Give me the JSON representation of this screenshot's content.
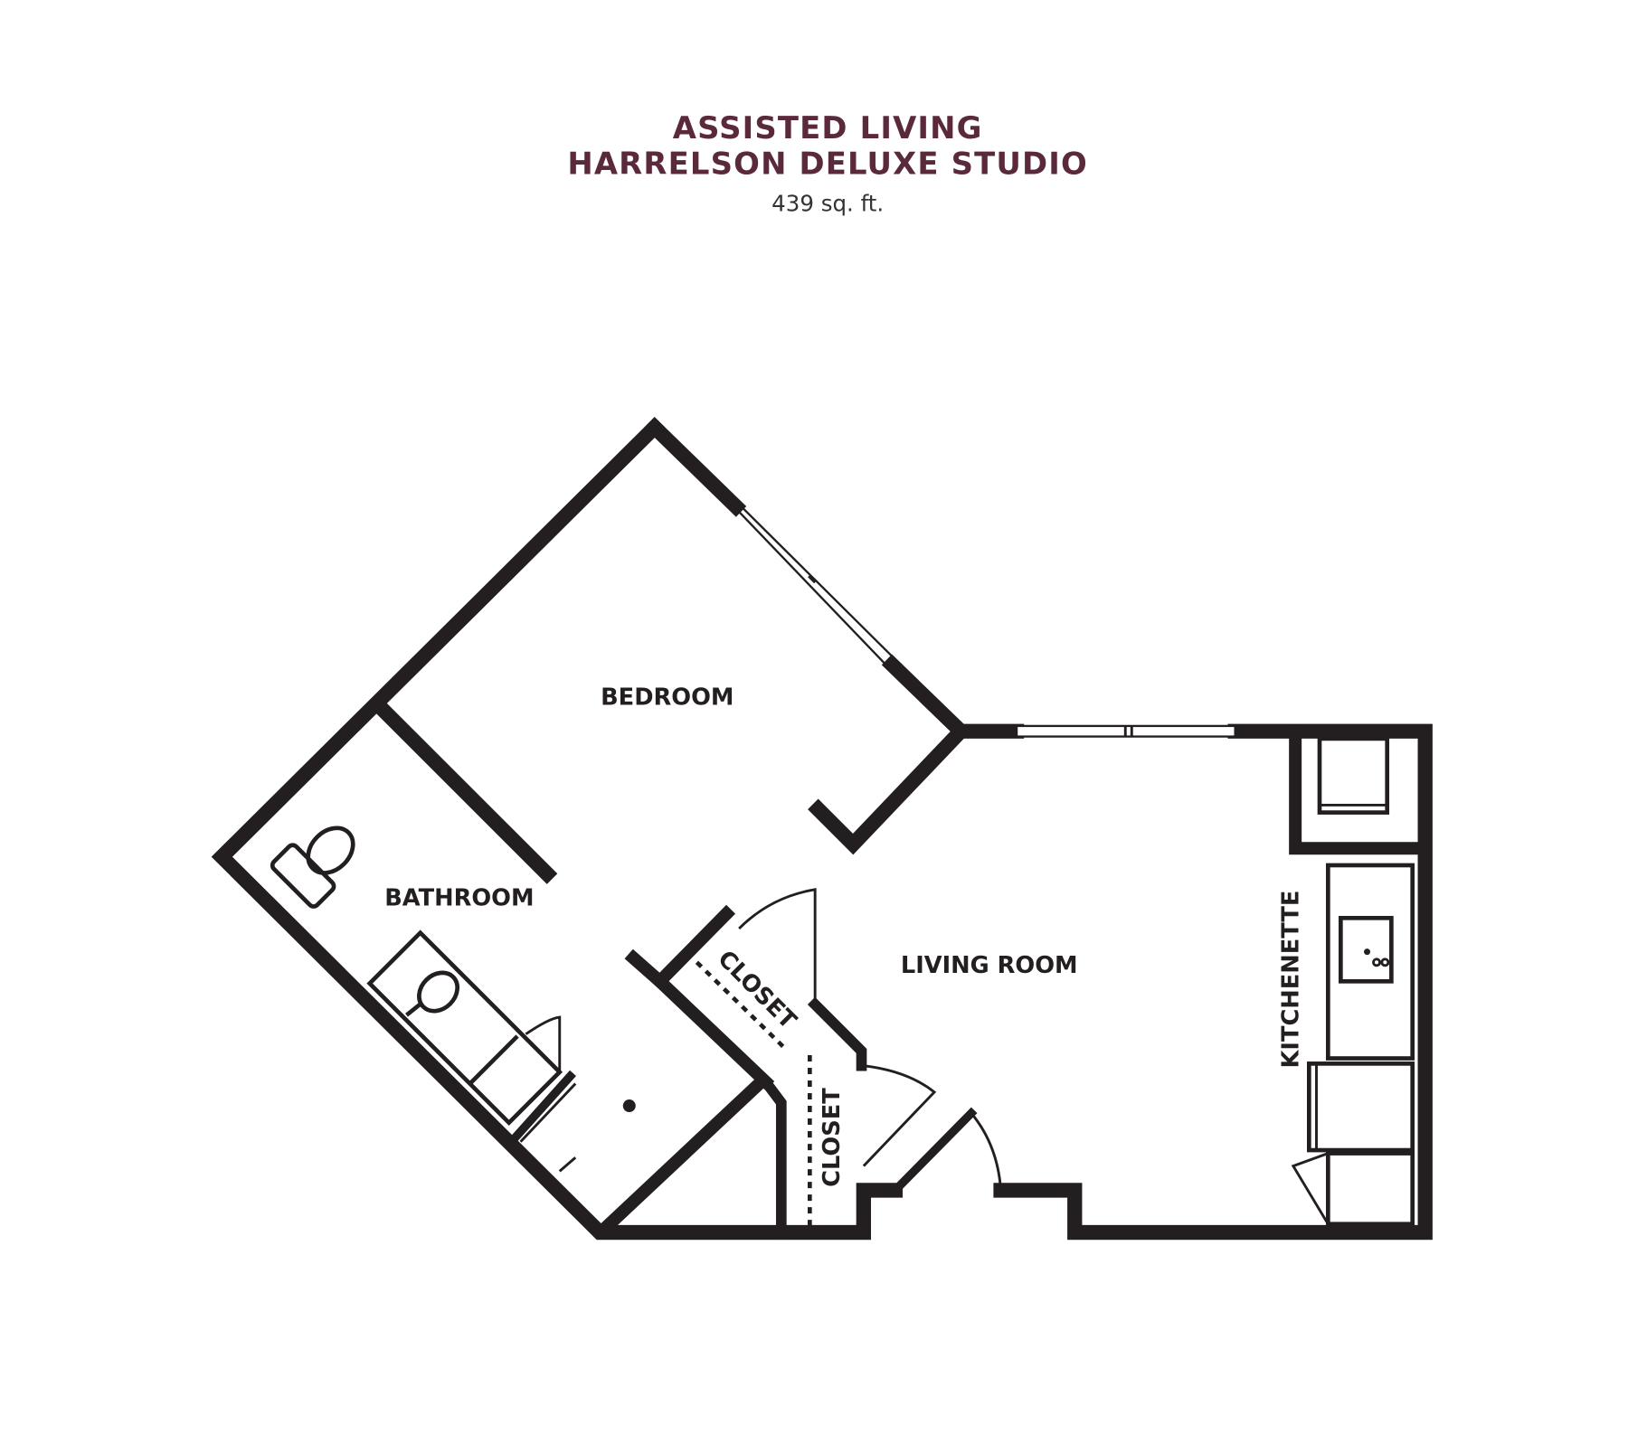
{
  "header": {
    "line1": "ASSISTED LIVING",
    "line2": "HARRELSON DELUXE STUDIO",
    "area": "439 sq. ft."
  },
  "rooms": {
    "bedroom": "BEDROOM",
    "bathroom": "BATHROOM",
    "living_room": "LIVING ROOM",
    "kitchenette": "KITCHENETTE",
    "closet_1": "CLOSET",
    "closet_2": "CLOSET"
  },
  "colors": {
    "title": "#5a2a3c",
    "walls": "#231f20"
  }
}
